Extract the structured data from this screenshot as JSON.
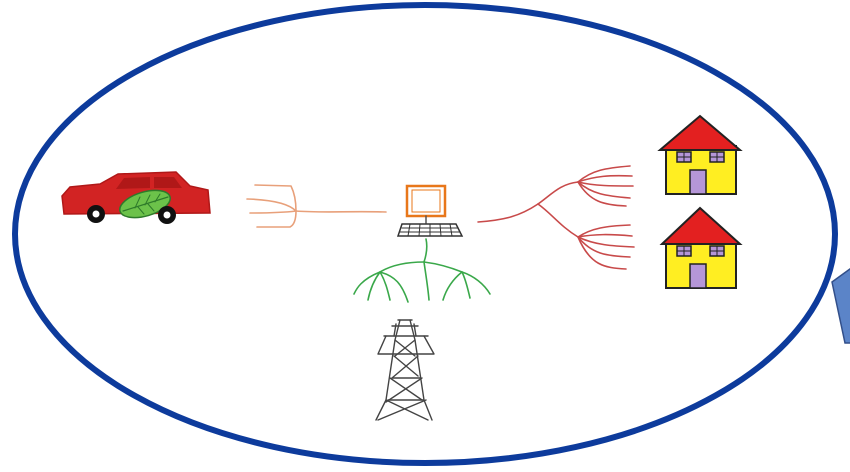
{
  "diagram": {
    "colors": {
      "ellipse_stroke": "#0d3b9c",
      "callout_fill": "#5b84c8",
      "car_body": "#d22323",
      "leaf": "#6cc24a",
      "car_wires": "#e8a07a",
      "grid_wires": "#3aa84a",
      "house_wires": "#c84a4a",
      "monitor": "#e8771a",
      "house_wall": "#ffee22",
      "house_roof": "#e32020",
      "house_door": "#b596d8",
      "tower": "#444444"
    },
    "nodes": [
      {
        "id": "electric-car",
        "icon": "car-icon"
      },
      {
        "id": "controller-computer",
        "icon": "computer-icon"
      },
      {
        "id": "power-tower",
        "icon": "transmission-tower-icon"
      },
      {
        "id": "house-top",
        "icon": "house-icon"
      },
      {
        "id": "house-bottom",
        "icon": "house-icon"
      }
    ]
  }
}
